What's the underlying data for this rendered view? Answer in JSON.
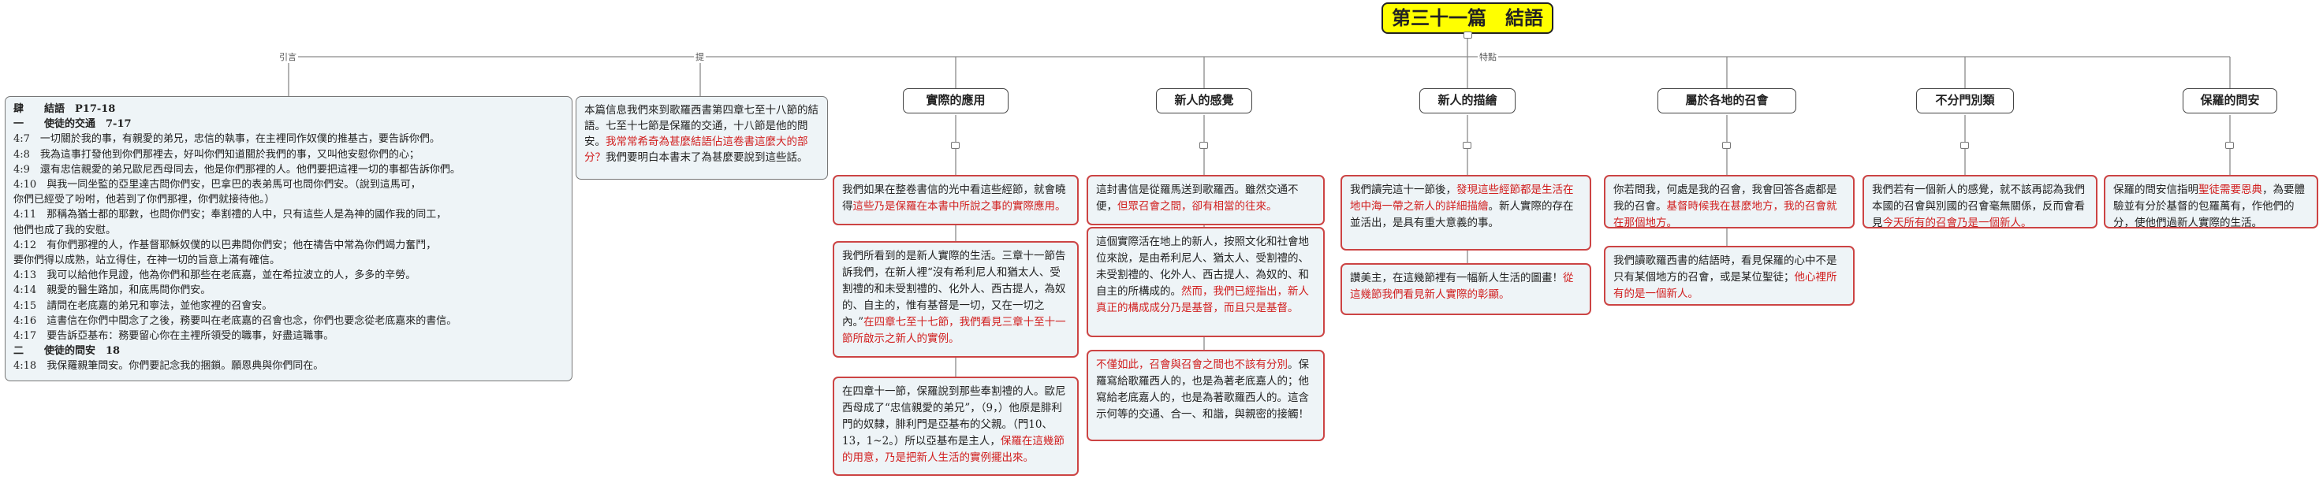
{
  "root": {
    "title": "第三十一篇　結語"
  },
  "edge_labels": {
    "outline": "引言",
    "intro": "提",
    "right": "特點"
  },
  "outline": {
    "lines": [
      "肆　　結語　P17-18",
      "一　　使徒的交通　7-17",
      "4:7　一切關於我的事，有親愛的弟兄，忠信的執事，在主裡同作奴僕的推基古，要告訴你們。",
      "4:8　我為這事打發他到你們那裡去，好叫你們知道關於我們的事，又叫他安慰你們的心；",
      "4:9　還有忠信親愛的弟兄歐尼西母同去，他是你們那裡的人。他們要把這裡一切的事都告訴你們。",
      "4:10　與我一同坐監的亞里達古問你們安，巴拿巴的表弟馬可也問你們安。（說到這馬可，",
      "你們已經受了吩咐，他若到了你們那裡，你們就接待他。）",
      "4:11　那稱為猶士都的耶數，也問你們安；奉割禮的人中，只有這些人是為神的國作我的同工，",
      "他們也成了我的安慰。",
      "4:12　有你們那裡的人，作基督耶穌奴僕的以巴弗問你們安；他在禱告中常為你們竭力奮鬥，",
      "要你們得以成熟，站立得住，在神一切的旨意上滿有確信。",
      "4:13　我可以給他作見證，他為你們和那些在老底嘉，並在希拉波立的人，多多的辛勞。",
      "4:14　親愛的醫生路加，和底馬問你們安。",
      "4:15　請問在老底嘉的弟兄和寧法，並他家裡的召會安。",
      "4:16　這書信在你們中間念了之後，務要叫在老底嘉的召會也念，你們也要念從老底嘉來的書信。",
      "4:17　要告訴亞基布：務要留心你在主裡所領受的職事，好盡這職事。",
      "二　　使徒的問安　18",
      "4:18　我保羅親筆問安。你們要記念我的捆鎖。願恩典與你們同在。"
    ]
  },
  "intro": {
    "text_a": "本篇信息我們來到歌羅西書第四章七至十八節的結語。七至十七節是保羅的交通，十八節是他的問安。",
    "text_red": "我常常希奇為甚麼結語佔這卷書這麼大的部分？",
    "text_b": "我們要明白本書末了為甚麼要說到這些話。"
  },
  "headers": [
    "實際的應用",
    "新人的感覺",
    "新人的描繪",
    "屬於各地的召會",
    "不分門別類",
    "保羅的問安"
  ],
  "col_practical": {
    "b1_a": "我們如果在整卷書信的光中看這些經節，就會曉得",
    "b1_red": "這些乃是保羅在本書中所說之事的實際應用。",
    "b2_a": "我們所看到的是新人實際的生活。三章十一節告訴我們，在新人裡“沒有希利尼人和猶太人、受割禮的和未受割禮的、化外人、西古提人，為奴的、自主的，惟有基督是一切，又在一切之內。”",
    "b2_red": "在四章七至十七節，我們看見三章十至十一節所啟示之新人的實例。",
    "b3_a": "在四章十一節，保羅說到那些奉割禮的人。歐尼西母成了“忠信親愛的弟兄”，（9，）他原是腓利門的奴隸，腓利門是亞基布的父親。（門10、13，1~2。）所以亞基布是主人，",
    "b3_red": "保羅在這幾節的用意，乃是把新人生活的實例擺出來。"
  },
  "col_feeling": {
    "b1_a": "這封書信是從羅馬送到歌羅西。雖然交通不便，",
    "b1_red": "但眾召會之間，卻有相當的往來。",
    "b2_a": "這個實際活在地上的新人，按照文化和社會地位來說，是由希利尼人、猶太人、受割禮的、未受割禮的、化外人、西古提人、為奴的、和自主的所構成的。",
    "b2_red": "然而，我們已經指出，新人真正的構成成分乃是基督，而且只是基督。",
    "b3_red": "不僅如此，召會與召會之間也不該有分別",
    "b3_a": "。保羅寫給歌羅西人的，也是為著老底嘉人的；他寫給老底嘉人的，也是為著歌羅西人的。這含示何等的交通、合一、和諧，與親密的接觸！"
  },
  "col_portrait": {
    "b1_a": "我們讀完這十一節後，",
    "b1_red": "發現這些經節都是生活在地中海一帶之新人的詳細描繪",
    "b1_b": "。新人實際的存在並活出，是具有重大意義的事。",
    "b2_a": "讚美主，在這幾節裡有一幅新人生活的圖畫！",
    "b2_red": "從這幾節我們看見新人實際的彰顯。"
  },
  "col_local": {
    "b1_a": "你若問我，何處是我的召會，我會回答各處都是我的召會。",
    "b1_red": "基督時候我在甚麼地方，我的召會就在那個地方。",
    "b2_a": "我們讀歌羅西書的結語時，看見保羅的心中不是只有某個地方的召會，或是某位聖徒；",
    "b2_red": "他心裡所有的是一個新人。"
  },
  "col_undivided": {
    "b1_a": "我們若有一個新人的感覺，就不該再認為我們本國的召會與別國的召會毫無關係，反而會看見",
    "b1_red": "今天所有的召會乃是一個新人。"
  },
  "col_greeting": {
    "b1_a": "保羅的問安信指明",
    "b1_red": "聖徒需要恩典",
    "b1_b": "，為要體驗並有分於基督的包羅萬有，作他們的分，使他們過新人實際的生活。"
  },
  "colors": {
    "root_fill": "#ffff00",
    "box_fill": "#eef4f7",
    "accent_red": "#d11e1e",
    "line": "#888888"
  }
}
